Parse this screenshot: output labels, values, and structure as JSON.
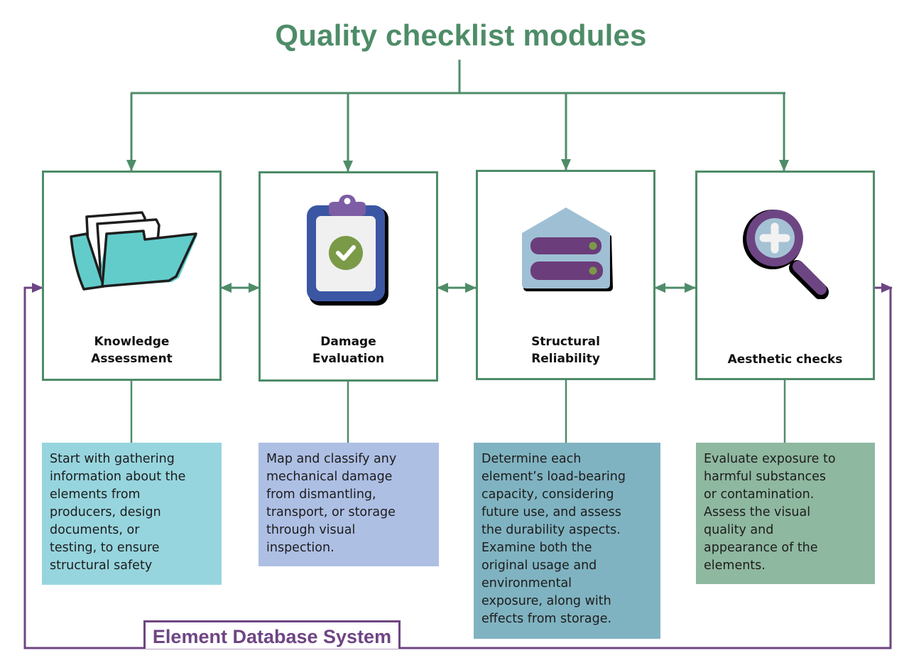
{
  "title": "Quality checklist modules",
  "colors": {
    "primary_green": "#4e8c68",
    "feedback_purple": "#6e4583"
  },
  "modules": [
    {
      "label_line1": "Knowledge",
      "label_line2": "Assessment",
      "icon": "open-folder-icon",
      "description": "Start with gathering\ninformation about the\nelements from\nproducers, design\ndocuments, or\ntesting, to ensure\nstructural safety",
      "description_color": "#97d5de"
    },
    {
      "label_line1": "Damage",
      "label_line2": "Evaluation",
      "icon": "clipboard-check-icon",
      "description": "Map and classify any\nmechanical damage\nfrom dismantling,\ntransport, or storage\nthrough visual\ninspection.",
      "description_color": "#aebfe4"
    },
    {
      "label_line1": "Structural",
      "label_line2": "Reliability",
      "icon": "server-storage-icon",
      "description": "Determine each\nelement’s load-bearing\ncapacity, considering\nfuture use, and assess\nthe durability aspects.\nExamine both the\noriginal usage and\nenvironmental\nexposure, along with\neffects from storage.",
      "description_color": "#80b3c1"
    },
    {
      "label_line1": "Aesthetic checks",
      "label_line2": "",
      "icon": "magnifier-plus-icon",
      "description": "Evaluate exposure to\nharmful substances\nor contamination.\nAssess the visual\nquality and\nappearance of the\nelements.",
      "description_color": "#8fb8a0"
    }
  ],
  "database": {
    "label": "Element Database System"
  }
}
